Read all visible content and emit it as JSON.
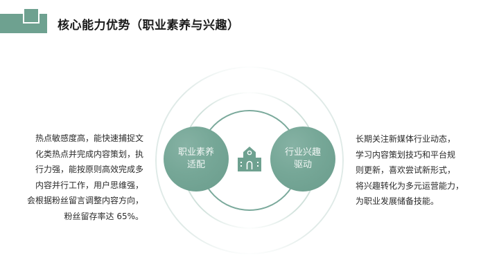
{
  "slide": {
    "title": "核心能力优势（职业素养与兴趣）",
    "accent_color": "#6ea190",
    "left_bubble": {
      "line1": "职业素养",
      "line2": "适配"
    },
    "right_bubble": {
      "line1": "行业兴趣",
      "line2": "驱动"
    },
    "center_icon": "school-icon",
    "left_description": {
      "lines": [
        "热点敏感度高，能快速捕捉文",
        "化类热点并完成内容策划，执",
        "行力强，能按原则高效完成多",
        "内容并行工作，用户思维强，",
        "会根据粉丝留言调整内容方向，",
        "粉丝留存率达 65%。"
      ]
    },
    "right_description": {
      "lines": [
        "长期关注新媒体行业动态，",
        "学习内容策划技巧和平台规",
        "则更新，喜欢尝试新形式，",
        "将兴趣转化为多元运营能力，",
        "为职业发展储备技能。"
      ]
    }
  }
}
